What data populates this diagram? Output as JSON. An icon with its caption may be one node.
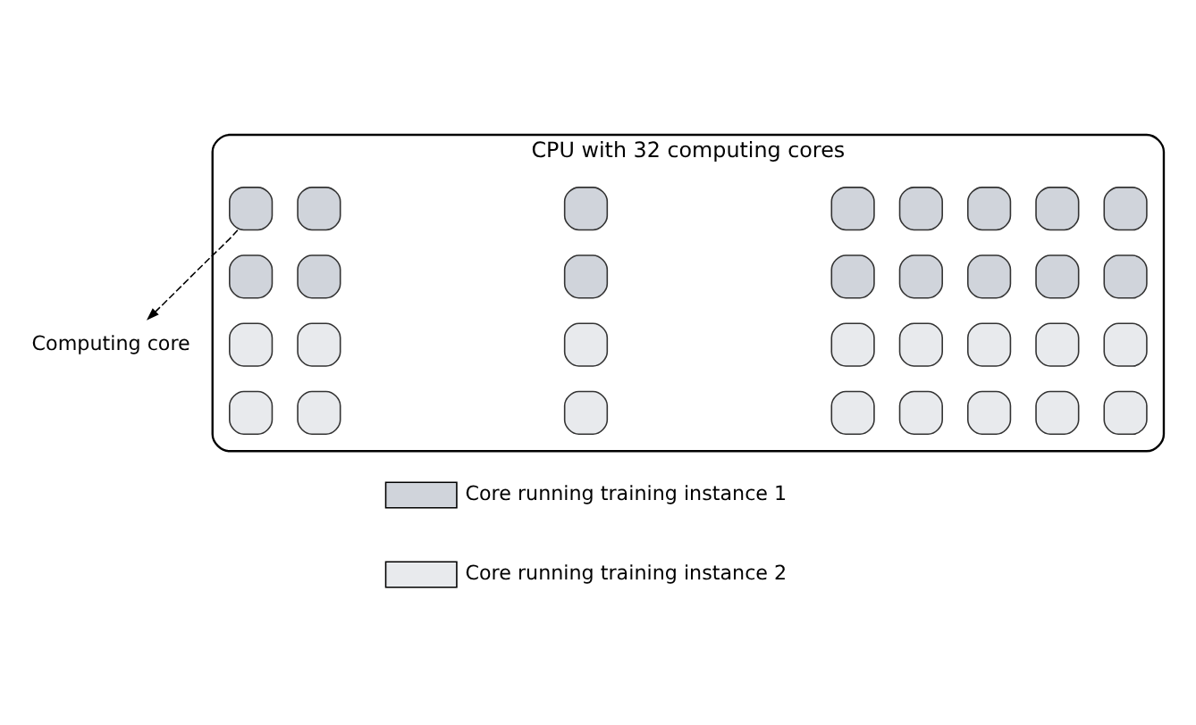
{
  "diagram": {
    "nodes": [
      {
        "text": [
          "CPU with 32 computing cores"
        ]
      },
      {
        "text": [
          "Computing core"
        ]
      },
      {
        "text": [],
        "shape": "box",
        "in": 0
      },
      {
        "text": [],
        "shape": "box",
        "in": 0
      },
      {
        "text": [],
        "shape": "box",
        "in": 0
      },
      {
        "text": [],
        "shape": "box",
        "in": 0
      },
      {
        "text": [],
        "shape": "box",
        "in": 0
      },
      {
        "text": [],
        "shape": "box",
        "in": 0
      },
      {
        "text": [],
        "shape": "box",
        "in": 0
      },
      {
        "text": [],
        "shape": "box",
        "in": 0
      },
      {
        "text": [],
        "shape": "box",
        "in": 0
      },
      {
        "text": [],
        "shape": "box",
        "in": 0
      },
      {
        "text": [],
        "shape": "box",
        "in": 0
      },
      {
        "text": [],
        "shape": "box",
        "in": 0
      },
      {
        "text": [],
        "shape": "box",
        "in": 0
      },
      {
        "text": [],
        "shape": "box",
        "in": 0
      },
      {
        "text": [],
        "shape": "box",
        "in": 0
      },
      {
        "text": [],
        "shape": "box",
        "in": 0
      },
      {
        "text": [],
        "shape": "box",
        "in": 0
      },
      {
        "text": [],
        "shape": "box",
        "in": 0
      },
      {
        "text": [],
        "shape": "box",
        "in": 0
      },
      {
        "text": [],
        "shape": "box",
        "in": 0
      },
      {
        "text": [],
        "shape": "box",
        "in": 0
      },
      {
        "text": [],
        "shape": "box",
        "in": 0
      },
      {
        "text": [],
        "shape": "box",
        "in": 0
      },
      {
        "text": [],
        "shape": "box",
        "in": 0
      },
      {
        "text": [],
        "shape": "box",
        "in": 0
      },
      {
        "text": [],
        "shape": "box",
        "in": 0
      },
      {
        "text": [],
        "shape": "box",
        "in": 0
      },
      {
        "text": [],
        "shape": "box",
        "in": 0
      },
      {
        "text": [],
        "shape": "box",
        "in": 0
      },
      {
        "text": [],
        "shape": "box",
        "in": 0
      },
      {
        "text": [],
        "shape": "box",
        "in": 0
      },
      {
        "text": [],
        "shape": "box",
        "in": 0
      }
    ],
    "edges": [
      {
        "from": 2,
        "to": 1,
        "arrow": "to",
        "style": "dashed"
      }
    ],
    "legend": [
      {
        "text": "Core running training instance 1",
        "color": "#d0d4db"
      },
      {
        "text": "Core running training instance 2",
        "color": "#e8eaed"
      }
    ]
  }
}
